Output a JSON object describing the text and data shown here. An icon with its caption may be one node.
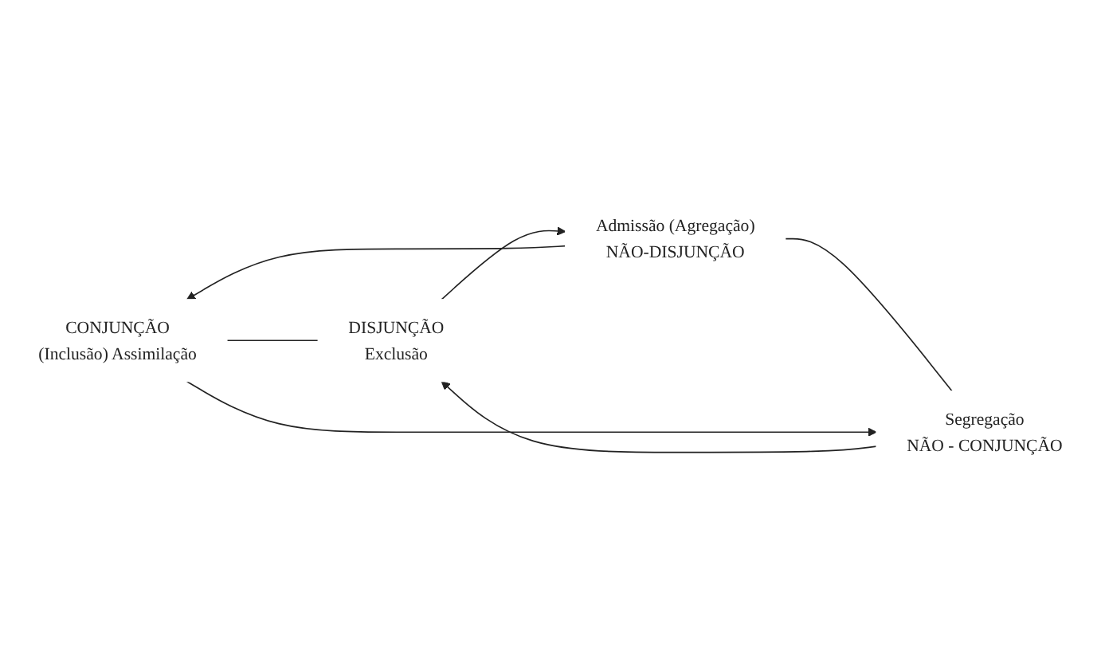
{
  "diagram": {
    "nodes": [
      {
        "text": [
          "CONJUNÇÃO",
          "(Inclusão) Assimilação"
        ]
      },
      {
        "text": [
          "DISJUNÇÃO",
          "Exclusão"
        ]
      },
      {
        "text": [
          "Admissão (Agregação)",
          "NÃO-DISJUNÇÃO"
        ]
      },
      {
        "text": [
          "Segregação",
          "NÃO - CONJUNÇÃO"
        ]
      }
    ],
    "edges": [
      {
        "from": 0,
        "to": 1,
        "arrow": "none"
      },
      {
        "from": 2,
        "to": 3,
        "arrow": "none"
      },
      {
        "from": 0,
        "to": 3,
        "arrow": "to"
      },
      {
        "from": 1,
        "to": 2,
        "arrow": "to"
      },
      {
        "from": 2,
        "to": 0,
        "arrow": "to"
      },
      {
        "from": 3,
        "to": 1,
        "arrow": "to"
      }
    ]
  }
}
